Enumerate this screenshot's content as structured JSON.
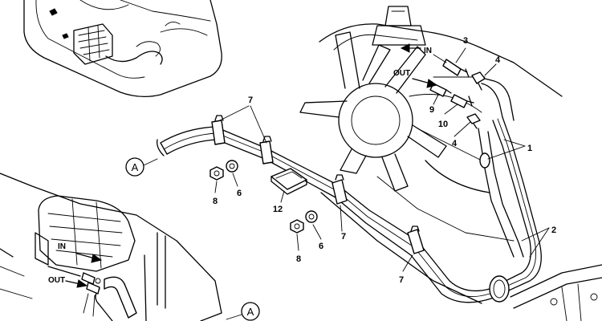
{
  "callouts": {
    "c1": "1",
    "c2": "2",
    "c3": "3",
    "c4a": "4",
    "c4b": "4",
    "c6a": "6",
    "c6b": "6",
    "c7a": "7",
    "c7b": "7",
    "c7c": "7",
    "c8a": "8",
    "c8b": "8",
    "c9": "9",
    "c10": "10",
    "c12": "12"
  },
  "flow_labels": {
    "in_main": "IN",
    "out_main": "OUT",
    "in_inset": "IN",
    "out_inset": "OUT"
  },
  "reference_marks": {
    "a_left": "A",
    "a_bottom": "A"
  }
}
